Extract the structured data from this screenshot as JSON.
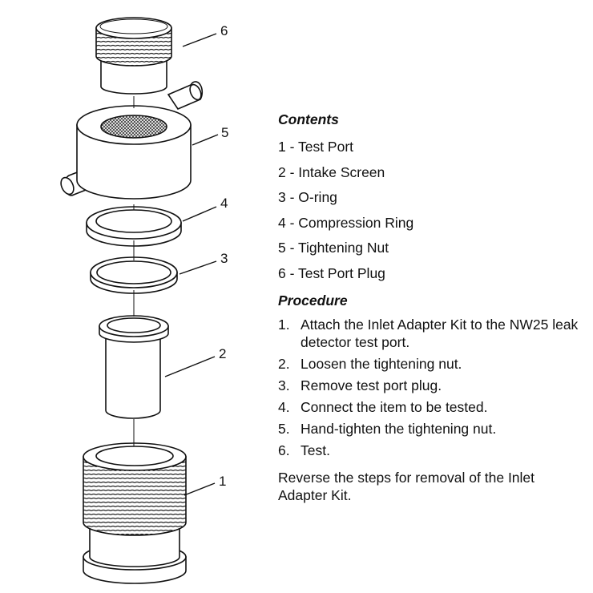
{
  "callouts": {
    "c6": "6",
    "c5": "5",
    "c4": "4",
    "c3": "3",
    "c2": "2",
    "c1": "1"
  },
  "contents": {
    "heading": "Contents",
    "items": [
      "1 - Test Port",
      "2 - Intake Screen",
      "3 - O-ring",
      "4 - Compression Ring",
      "5 - Tightening Nut",
      "6 - Test Port Plug"
    ]
  },
  "procedure": {
    "heading": "Procedure",
    "steps": [
      {
        "num": "1.",
        "text": "Attach the Inlet Adapter Kit to the NW25 leak detector test port."
      },
      {
        "num": "2.",
        "text": "Loosen the tightening nut."
      },
      {
        "num": "3.",
        "text": "Remove test port plug."
      },
      {
        "num": "4.",
        "text": "Connect the item to be tested."
      },
      {
        "num": "5.",
        "text": "Hand-tighten the tightening nut."
      },
      {
        "num": "6.",
        "text": "Test."
      }
    ],
    "note": "Reverse the steps for removal of the Inlet Adapter Kit."
  },
  "colors": {
    "line": "#111111",
    "fill": "#ffffff",
    "hatch": "#333333"
  },
  "icons": {
    "diagram": "exploded-assembly-drawing"
  }
}
